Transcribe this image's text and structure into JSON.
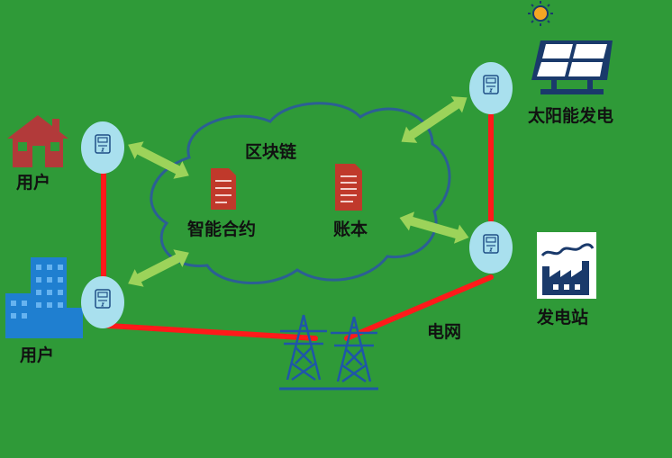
{
  "labels": {
    "home_user": "用户",
    "building_user": "用户",
    "blockchain": "区块链",
    "smart_contract": "智能合约",
    "ledger": "账本",
    "solar_plant": "太阳能发电",
    "power_plant": "发电站",
    "grid": "电网"
  },
  "colors": {
    "background": "#2f9a38",
    "power_line": "#ff1a1a",
    "meter": "#a9e0ee",
    "arrow": "#9cd35a",
    "house": "#b23a3a",
    "building": "#1f7fd0",
    "document": "#c0392b",
    "tower": "#1f56a8",
    "cloud_outline": "#2c5f94"
  },
  "icons": [
    "house-icon",
    "building-icon",
    "solar-panel-icon",
    "sun-icon",
    "factory-icon",
    "transmission-tower-icon",
    "smart-meter-icon",
    "document-icon"
  ]
}
